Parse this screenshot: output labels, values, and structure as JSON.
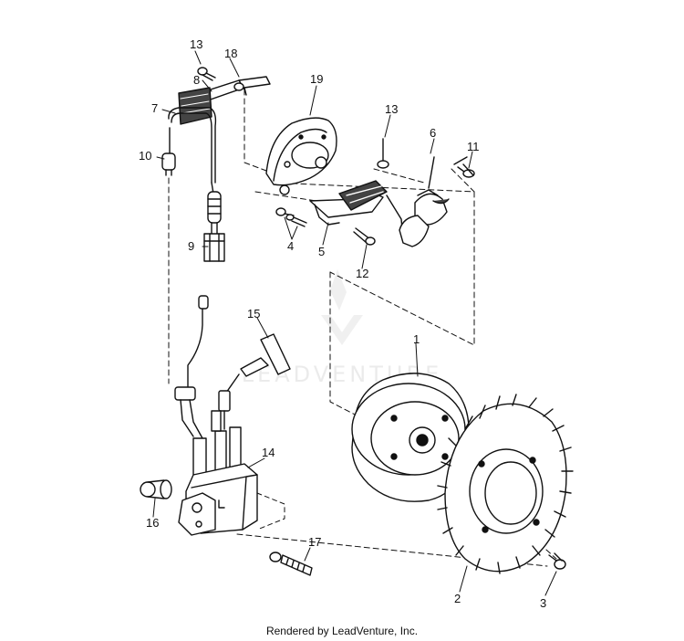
{
  "caption": "Rendered by LeadVenture, Inc.",
  "watermark": "LEADVENTURE",
  "callouts": [
    {
      "id": "1",
      "label": "1"
    },
    {
      "id": "2",
      "label": "2"
    },
    {
      "id": "3",
      "label": "3"
    },
    {
      "id": "4",
      "label": "4"
    },
    {
      "id": "5",
      "label": "5"
    },
    {
      "id": "6",
      "label": "6"
    },
    {
      "id": "7",
      "label": "7"
    },
    {
      "id": "8",
      "label": "8"
    },
    {
      "id": "9",
      "label": "9"
    },
    {
      "id": "10",
      "label": "10"
    },
    {
      "id": "11",
      "label": "11"
    },
    {
      "id": "12",
      "label": "12"
    },
    {
      "id": "13a",
      "label": "13"
    },
    {
      "id": "13b",
      "label": "13"
    },
    {
      "id": "14",
      "label": "14"
    },
    {
      "id": "15",
      "label": "15"
    },
    {
      "id": "16",
      "label": "16"
    },
    {
      "id": "17",
      "label": "17"
    },
    {
      "id": "18",
      "label": "18"
    },
    {
      "id": "19",
      "label": "19"
    }
  ]
}
